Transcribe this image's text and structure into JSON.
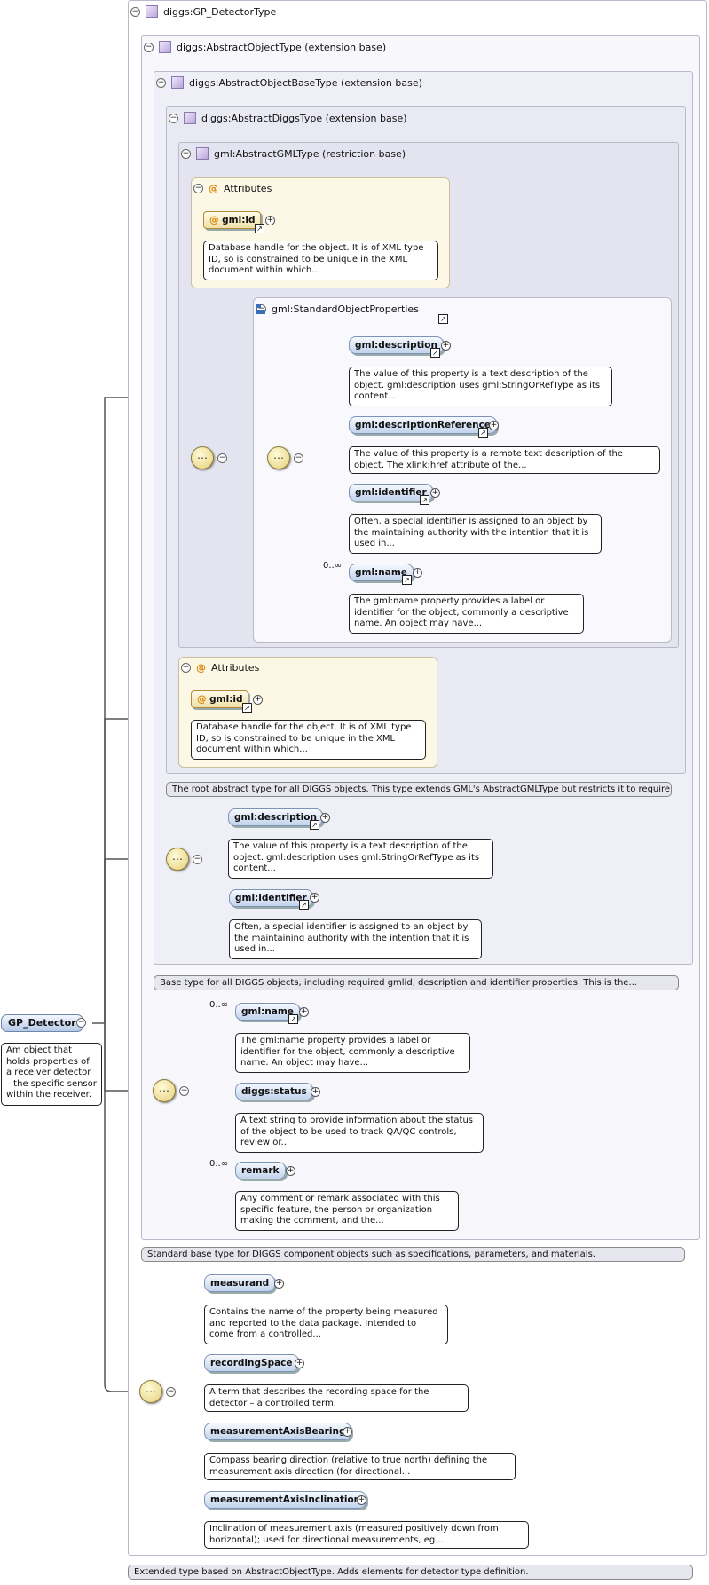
{
  "root": {
    "label": "GP_Detector",
    "doc": "Am object that holds properties of a receiver detector – the specific sensor within the receiver."
  },
  "types": {
    "detector_type": "diggs:GP_DetectorType",
    "abstract_object": "diggs:AbstractObjectType (extension base)",
    "abstract_object_base": "diggs:AbstractObjectBaseType (extension base)",
    "abstract_diggs": "diggs:AbstractDiggsType (extension base)",
    "abstract_gml": "gml:AbstractGMLType (restriction base)",
    "standard_object_properties": "gml:StandardObjectProperties"
  },
  "attributes": {
    "header": "Attributes",
    "at_symbol": "@",
    "gml_id": "gml:id",
    "gml_id_doc": "Database handle for the object. It is of XML type ID, so is constrained to be unique in the XML document within which..."
  },
  "elements": {
    "description": "gml:description",
    "description_doc": "The value of this property is a text description of the object. gml:description uses gml:StringOrRefType as its content...",
    "description_reference": "gml:descriptionReference",
    "description_reference_doc": "The value of this property is a remote text description of the object. The xlink:href attribute of the...",
    "identifier": "gml:identifier",
    "identifier_doc": "Often, a special identifier is assigned to an object by the maintaining authority with the intention that it is used in...",
    "name": "gml:name",
    "name_doc": "The gml:name property provides a label or identifier for the object, commonly a descriptive name. An object may have...",
    "status": "diggs:status",
    "status_doc": "A text string to provide information about the status of the object to be used to track QA/QC controls, review or...",
    "remark": "remark",
    "remark_doc": "Any comment or remark associated with this specific feature, the person or organization making the comment, and the...",
    "measurand": "measurand",
    "measurand_doc": "Contains the name of the property being measured and reported to the data package. Intended to come from a controlled...",
    "recording_space": "recordingSpace",
    "recording_space_doc": "A term that describes the recording space for the detector – a controlled term.",
    "axis_bearing": "measurementAxisBearing",
    "axis_bearing_doc": "Compass bearing direction (relative to true north) defining the measurement axis direction (for directional...",
    "axis_inclination": "measurementAxisInclination",
    "axis_inclination_doc": "Inclination of measurement axis (measured positively down from horizontal); used for directional measurements, eg...."
  },
  "occurrence": {
    "unbounded": "0..∞"
  },
  "strips": {
    "diggs_type": "The root abstract type for all DIGGS objects. This type extends GML's AbstractGMLType but restricts it to require a...",
    "object_base": "Base type for all DIGGS objects, including required gmlid, description and identifier properties. This is the...",
    "object_type": "Standard base type for DIGGS component objects such as specifications, parameters, and materials.",
    "detector_type": "Extended type based on AbstractObjectType. Adds elements for detector type definition."
  },
  "symbols": {
    "collapse": "−",
    "expand": "+",
    "ref_arrow": "↗",
    "sequence": "⋯"
  },
  "colors": {
    "frame_border": "#b9b9c8",
    "element_fill": "#c2d3ec",
    "attribute_fill": "#fdf7e5",
    "attribute_symbol": "#d9860a",
    "compositor_fill": "#e6cf7a"
  }
}
